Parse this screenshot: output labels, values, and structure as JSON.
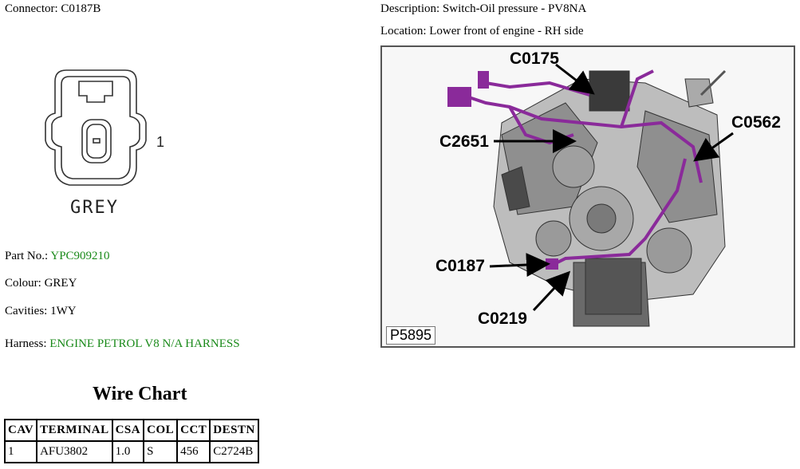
{
  "connector": {
    "label": "Connector:",
    "value": "C0187B"
  },
  "description": {
    "label": "Description:",
    "value": "Switch-Oil pressure - PV8NA"
  },
  "location": {
    "label": "Location:",
    "value": "Lower front of engine - RH side"
  },
  "connector_face": {
    "colour_text": "GREY",
    "cavity_number": "1"
  },
  "details": {
    "part_no": {
      "label": "Part No.:",
      "value": "YPC909210"
    },
    "colour": {
      "label": "Colour:",
      "value": "GREY"
    },
    "cavities": {
      "label": "Cavities:",
      "value": "1WY"
    },
    "harness": {
      "label": "Harness:",
      "value": "ENGINE PETROL V8 N/A HARNESS"
    }
  },
  "wire_chart": {
    "title": "Wire Chart",
    "headers": [
      "CAV",
      "TERMINAL",
      "CSA",
      "COL",
      "CCT",
      "DESTN"
    ],
    "rows": [
      [
        "1",
        "AFU3802",
        "1.0",
        "S",
        "456",
        "C2724B"
      ]
    ]
  },
  "engine_image": {
    "callouts": [
      "C0175",
      "C0562",
      "C2651",
      "C0187",
      "C0219"
    ],
    "ref_code": "P5895"
  },
  "colors": {
    "link_green": "#1a8a1a",
    "harness_purple": "#8a2a9a"
  }
}
